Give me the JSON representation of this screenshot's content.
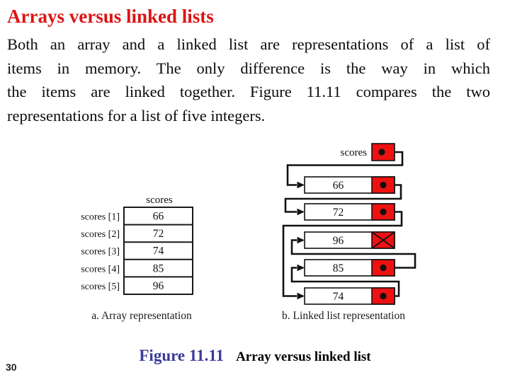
{
  "slide": {
    "title": "Arrays versus linked lists",
    "body_lines": [
      "Both an array and a linked list are representations of a list of",
      "items in memory. The only difference is the way in which",
      "the items are linked together. Figure 11.11 compares the two",
      "representations for a list of five integers."
    ],
    "page_number": "30"
  },
  "figure": {
    "number_label": "Figure 11.11",
    "title": "Array versus linked list"
  },
  "array_diagram": {
    "caption": "a. Array representation",
    "header": "scores",
    "rows": [
      {
        "label": "scores [1]",
        "value": "66"
      },
      {
        "label": "scores [2]",
        "value": "72"
      },
      {
        "label": "scores [3]",
        "value": "74"
      },
      {
        "label": "scores [4]",
        "value": "85"
      },
      {
        "label": "scores [5]",
        "value": "96"
      }
    ]
  },
  "linked_list_diagram": {
    "caption": "b. Linked list representation",
    "head_label": "scores",
    "nodes": [
      {
        "value": "66",
        "pointer": "next"
      },
      {
        "value": "72",
        "pointer": "next"
      },
      {
        "value": "96",
        "pointer": "null"
      },
      {
        "value": "85",
        "pointer": "next"
      },
      {
        "value": "74",
        "pointer": "next"
      }
    ],
    "logical_order": [
      "66",
      "72",
      "74",
      "85",
      "96"
    ]
  },
  "colors": {
    "title_red": "#dc1414",
    "pointer_red": "#ee1111",
    "figure_blue": "#3b3b9b"
  }
}
